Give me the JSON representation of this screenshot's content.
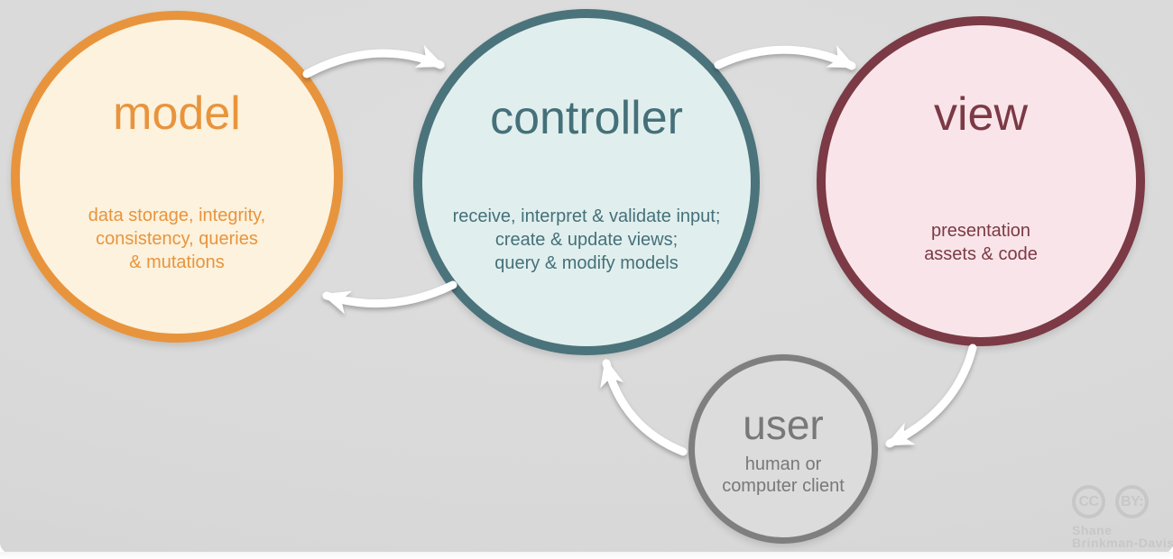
{
  "background_color": "#d9d9d9",
  "arrow_color": "#ffffff",
  "nodes": {
    "model": {
      "title": "model",
      "desc_lines": [
        "data storage, integrity,",
        "consistency, queries",
        "& mutations"
      ],
      "border_color": "#e8943d",
      "fill_color": "#fcf2dd",
      "text_color": "#e8943d"
    },
    "controller": {
      "title": "controller",
      "desc_lines": [
        "receive, interpret & validate input;",
        "create & update views;",
        "query & modify models"
      ],
      "border_color": "#4b737b",
      "fill_color": "#e0efed",
      "text_color": "#45707a"
    },
    "view": {
      "title": "view",
      "desc_lines": [
        "presentation",
        "assets & code"
      ],
      "border_color": "#7b3a45",
      "fill_color": "#f9e5e9",
      "text_color": "#7b3a45"
    },
    "user": {
      "title": "user",
      "desc_lines": [
        "human or",
        "computer client"
      ],
      "border_color": "#7f7f7f",
      "fill_color": "#dcdcdc",
      "text_color": "#787878"
    }
  },
  "attribution": {
    "cc_icon_label": "CC",
    "by_icon_label": "BY:",
    "name_line1": "Shane",
    "name_line2": "Brinkman-Davis",
    "color": "#c7c7c7"
  }
}
